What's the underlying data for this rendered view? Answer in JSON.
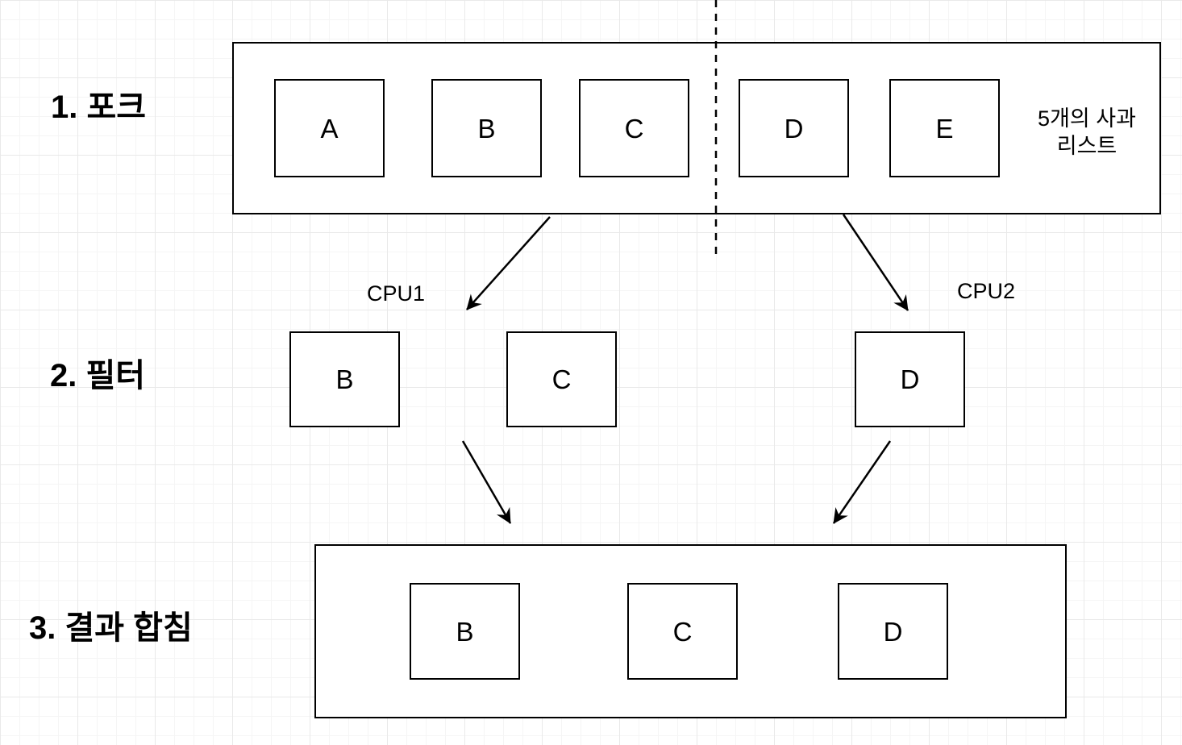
{
  "stage_labels": {
    "fork": "1. 포크",
    "filter": "2. 필터",
    "merge": "3. 결과 합침"
  },
  "fork_row": {
    "boxes": [
      "A",
      "B",
      "C",
      "D",
      "E"
    ],
    "caption": {
      "line1": "5개의 사과",
      "line2": "리스트"
    }
  },
  "cpu_labels": {
    "cpu1": "CPU1",
    "cpu2": "CPU2"
  },
  "filter_row": {
    "boxes": [
      "B",
      "C",
      "D"
    ]
  },
  "merge_row": {
    "boxes": [
      "B",
      "C",
      "D"
    ]
  },
  "colors": {
    "stroke": "#000000",
    "canvas": "#ffffff",
    "grid_minor": "#f5f5f5",
    "grid_major": "#e9e9e9"
  }
}
